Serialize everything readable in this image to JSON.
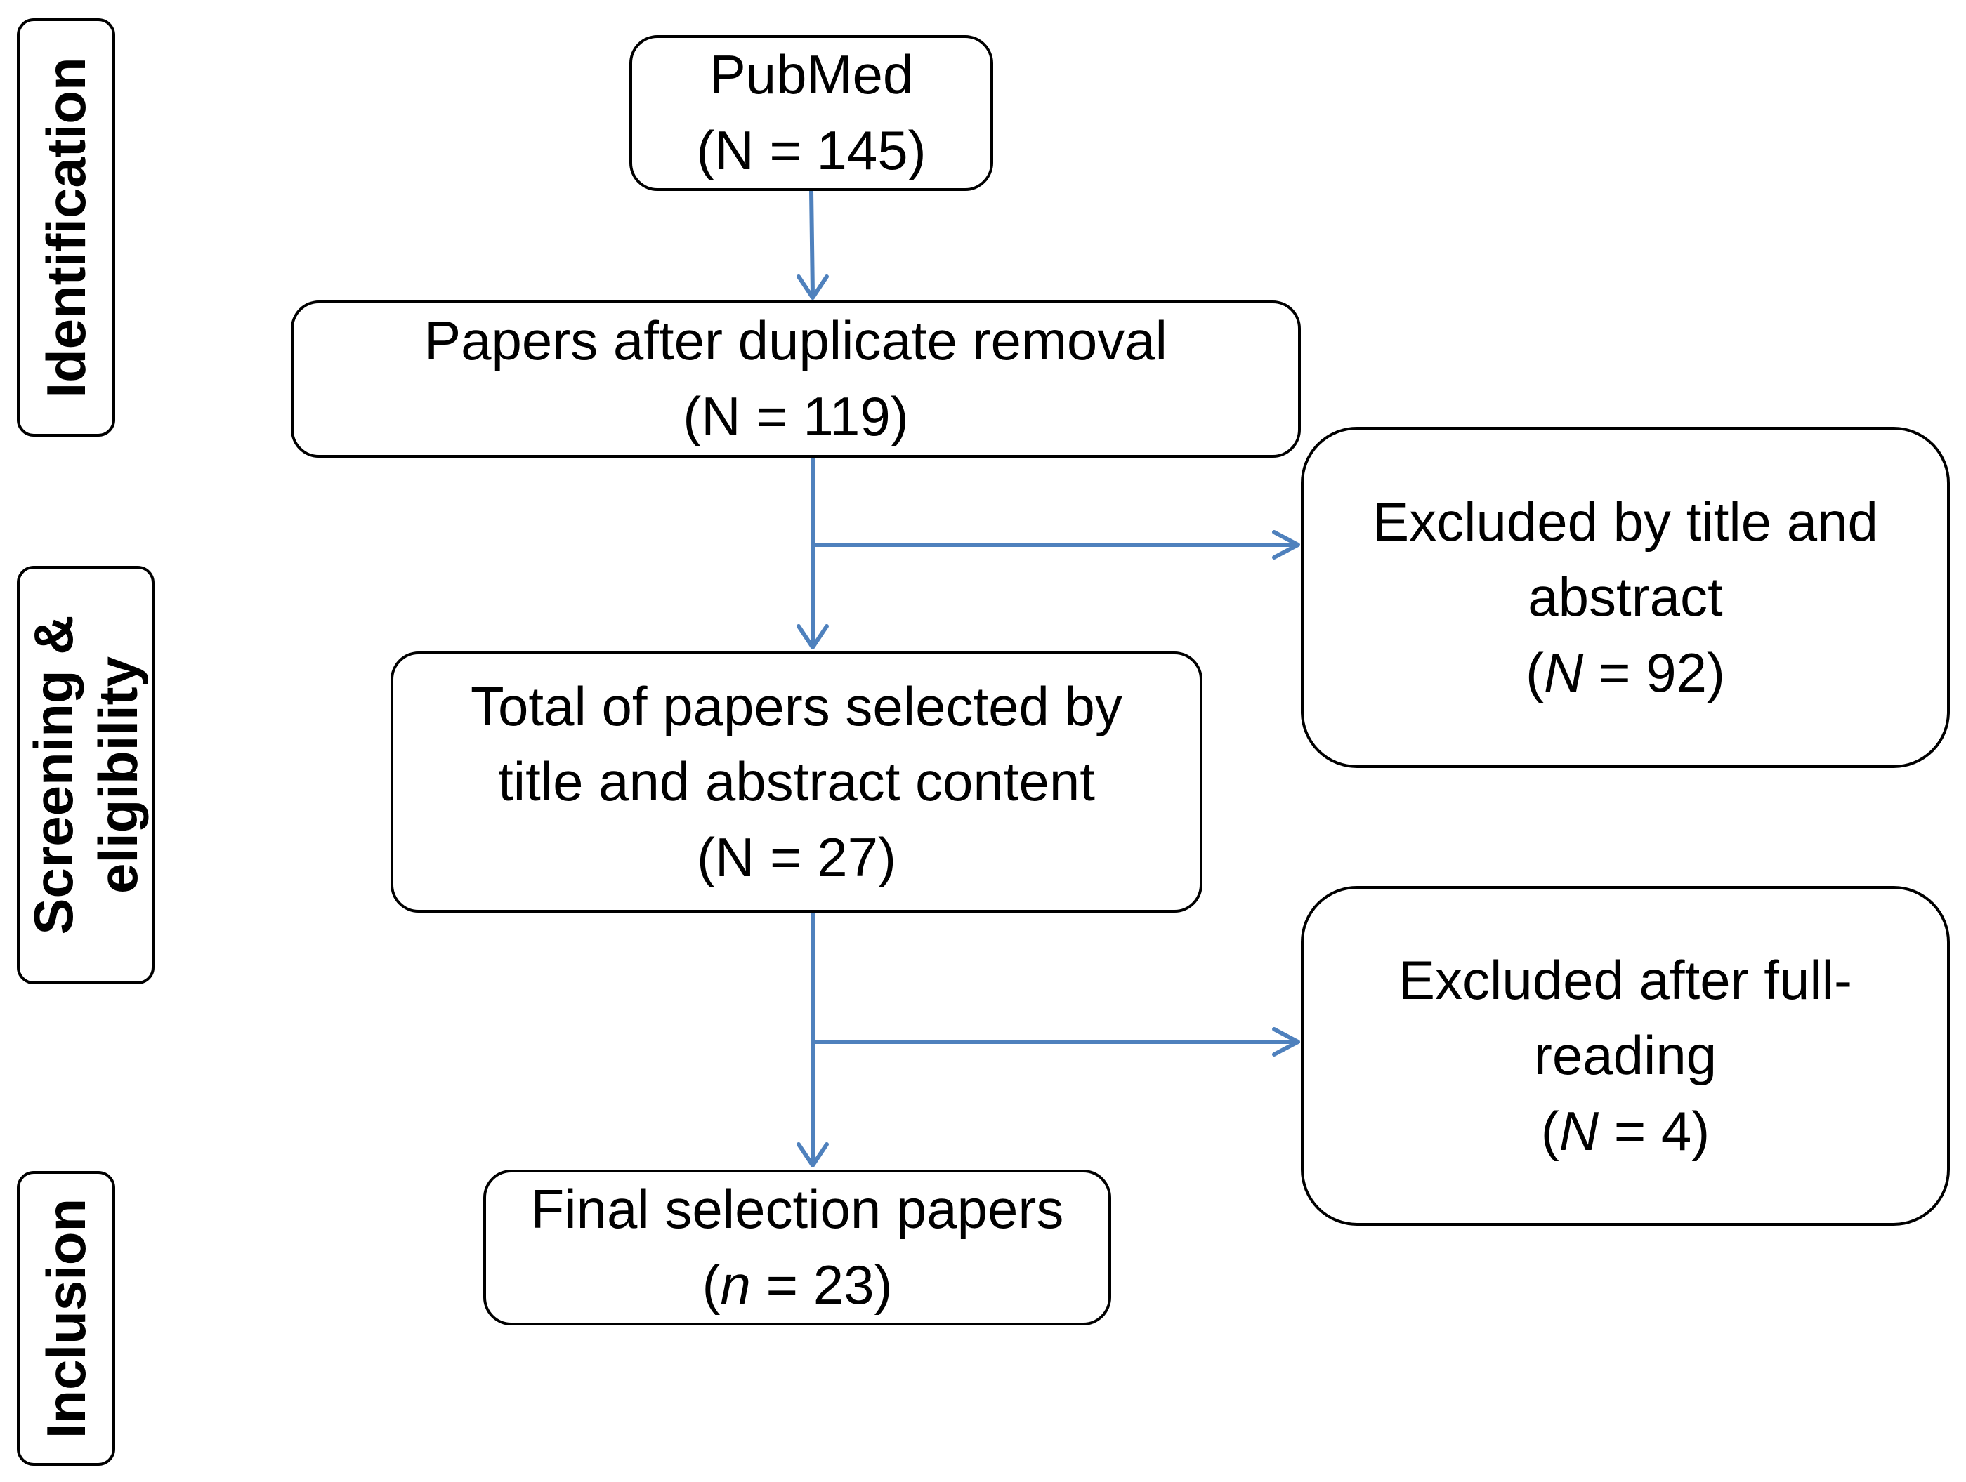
{
  "stages": {
    "identification": "Identification",
    "screening_line1": "Screening &",
    "screening_line2": "eligibility",
    "inclusion": "Inclusion"
  },
  "boxes": {
    "pubmed": {
      "line1": "PubMed",
      "line2": "(N = 145)"
    },
    "duplicates": {
      "line1": "Papers after duplicate removal",
      "line2": "(N = 119)"
    },
    "selected": {
      "line1": "Total of papers selected by",
      "line2": "title and abstract content",
      "line3": "(N = 27)"
    },
    "final": {
      "line1": "Final selection papers",
      "count_open": "(",
      "count_var": "n",
      "count_rest": " = 23)"
    },
    "excluded_title": {
      "line1": "Excluded by title and",
      "line2": "abstract",
      "count_open": "(",
      "count_var": "N",
      "count_rest": " = 92)"
    },
    "excluded_full": {
      "line1": "Excluded after full-",
      "line2": "reading",
      "count_open": "(",
      "count_var": "N",
      "count_rest": " = 4)"
    }
  },
  "colors": {
    "arrow": "#4f81bd",
    "border": "#000000"
  }
}
